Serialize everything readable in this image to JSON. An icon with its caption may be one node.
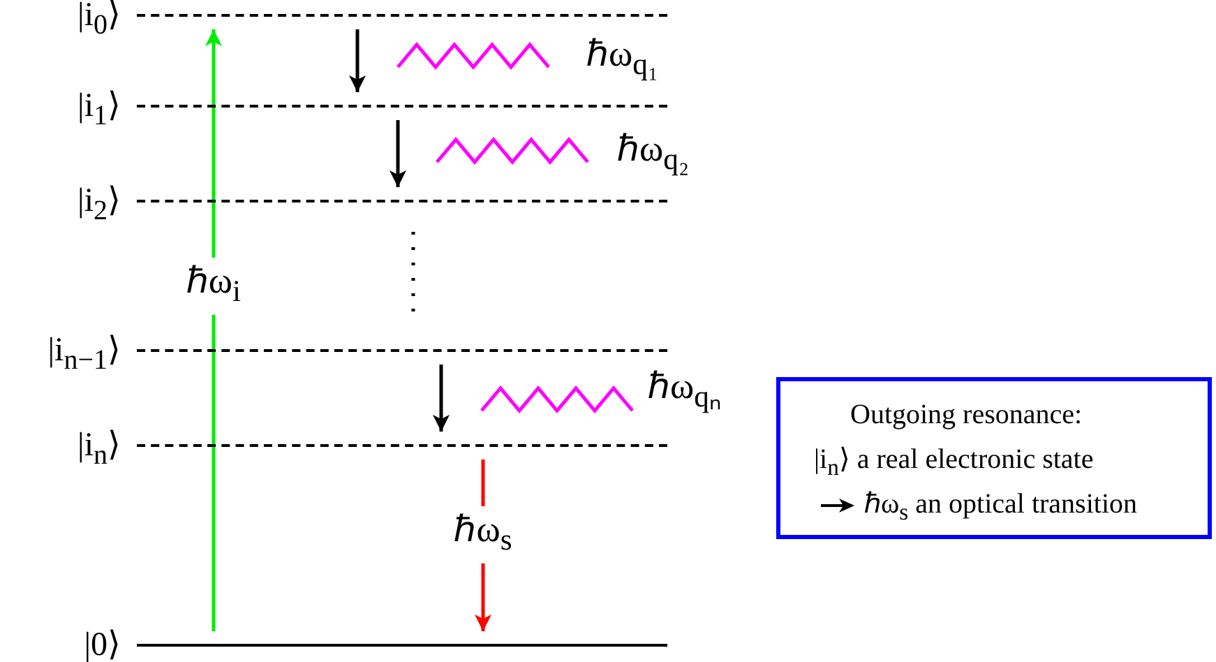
{
  "diagram": {
    "nodes": [
      {
        "text": [
          "|i$_{0}$⟩"
        ]
      },
      {
        "text": [
          "|i$_{1}$⟩"
        ]
      },
      {
        "text": [
          "|i$_{2}$⟩"
        ]
      },
      {
        "text": [
          "|i$_{n−1}$⟩"
        ]
      },
      {
        "text": [
          "|i$_{n}$⟩"
        ]
      },
      {
        "text": [
          "Outgoing resonance:",
          "|i$_{n}$⟩ a real electronic state",
          "ℏω$_{s}$ an optical transition"
        ]
      },
      {
        "text": [
          "|0⟩"
        ]
      }
    ],
    "edges": [
      {
        "from": 6,
        "to": 0,
        "arrow": "to",
        "label": "ℏω$_{i}$",
        "color": "#00ee00"
      },
      {
        "from": 0,
        "to": 1,
        "arrow": "to"
      },
      {
        "from": 1,
        "to": 2,
        "arrow": "to"
      },
      {
        "from": 3,
        "to": 4,
        "arrow": "to"
      },
      {
        "from": 4,
        "to": 6,
        "arrow": "to",
        "label": "ℏω$_{s}$",
        "color": "#ff0000"
      }
    ],
    "labels": [
      "ℏω$_{q₁}$",
      "ℏω$_{q₂}$",
      "ℏω$_{qₙ}$"
    ]
  }
}
